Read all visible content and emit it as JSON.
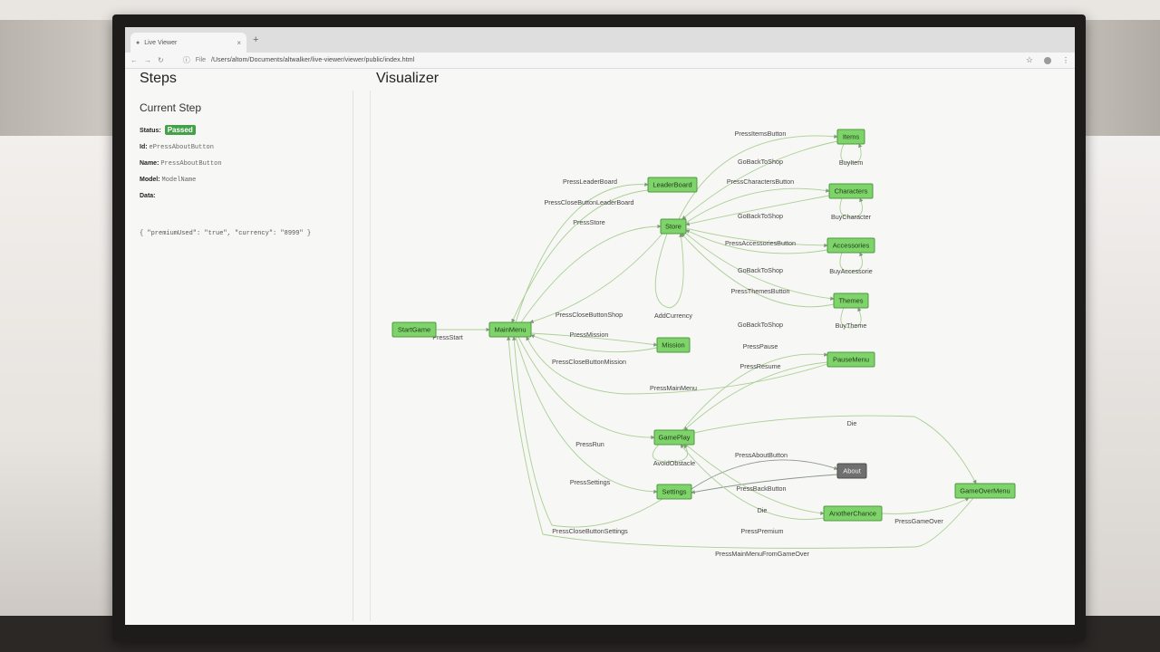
{
  "browser": {
    "tab_title": "Live Viewer",
    "tab_close": "×",
    "new_tab": "+",
    "scheme": "File",
    "url": "/Users/altom/Documents/altwalker/live-viewer/viewer/public/index.html"
  },
  "steps": {
    "title": "Steps",
    "current_step_title": "Current Step",
    "status_label": "Status:",
    "status_value": "Passed",
    "id_label": "Id:",
    "id_value": "ePressAboutButton",
    "name_label": "Name:",
    "name_value": "PressAboutButton",
    "model_label": "Model:",
    "model_value": "ModelName",
    "data_label": "Data:",
    "data_value": "{ \"premiumUsed\": \"true\", \"currency\": \"8999\" }"
  },
  "visualizer": {
    "title": "Visualizer",
    "current_node": "About",
    "colors": {
      "node_fill": "#7ed36b",
      "node_current": "#6f6f6f",
      "edge": "#a9cf94",
      "status_badge": "#45a049"
    },
    "nodes": [
      {
        "id": "StartGame",
        "label": "StartGame"
      },
      {
        "id": "MainMenu",
        "label": "MainMenu"
      },
      {
        "id": "LeaderBoard",
        "label": "LeaderBoard"
      },
      {
        "id": "Store",
        "label": "Store"
      },
      {
        "id": "Items",
        "label": "Items"
      },
      {
        "id": "Characters",
        "label": "Characters"
      },
      {
        "id": "Accessories",
        "label": "Accessories"
      },
      {
        "id": "Themes",
        "label": "Themes"
      },
      {
        "id": "Mission",
        "label": "Mission"
      },
      {
        "id": "PauseMenu",
        "label": "PauseMenu"
      },
      {
        "id": "GamePlay",
        "label": "GamePlay"
      },
      {
        "id": "About",
        "label": "About"
      },
      {
        "id": "Settings",
        "label": "Settings"
      },
      {
        "id": "AnotherChance",
        "label": "AnotherChance"
      },
      {
        "id": "GameOverMenu",
        "label": "GameOverMenu"
      }
    ],
    "edges": [
      {
        "id": "e1",
        "label": "PressStart",
        "from": "StartGame",
        "to": "MainMenu"
      },
      {
        "id": "e2",
        "label": "PressLeaderBoard",
        "from": "MainMenu",
        "to": "LeaderBoard"
      },
      {
        "id": "e3",
        "label": "PressCloseButtonLeaderBoard",
        "from": "LeaderBoard",
        "to": "MainMenu"
      },
      {
        "id": "e4",
        "label": "PressStore",
        "from": "MainMenu",
        "to": "Store"
      },
      {
        "id": "e5",
        "label": "PressCloseButtonShop",
        "from": "Store",
        "to": "MainMenu"
      },
      {
        "id": "e6",
        "label": "AddCurrency",
        "from": "Store",
        "to": "Store"
      },
      {
        "id": "e7",
        "label": "PressItemsButton",
        "from": "Store",
        "to": "Items"
      },
      {
        "id": "e8",
        "label": "GoBackToShop",
        "from": "Items",
        "to": "Store"
      },
      {
        "id": "e9",
        "label": "BuyItem",
        "from": "Items",
        "to": "Items"
      },
      {
        "id": "e10",
        "label": "PressCharactersButton",
        "from": "Store",
        "to": "Characters"
      },
      {
        "id": "e11",
        "label": "GoBackToShop",
        "from": "Characters",
        "to": "Store"
      },
      {
        "id": "e12",
        "label": "BuyCharacter",
        "from": "Characters",
        "to": "Characters"
      },
      {
        "id": "e13",
        "label": "PressAccessoriesButton",
        "from": "Store",
        "to": "Accessories"
      },
      {
        "id": "e14",
        "label": "GoBackToShop",
        "from": "Accessories",
        "to": "Store"
      },
      {
        "id": "e15",
        "label": "BuyAccessorie",
        "from": "Accessories",
        "to": "Accessories"
      },
      {
        "id": "e16",
        "label": "PressThemesButton",
        "from": "Store",
        "to": "Themes"
      },
      {
        "id": "e17",
        "label": "GoBackToShop",
        "from": "Themes",
        "to": "Store"
      },
      {
        "id": "e18",
        "label": "BuyTheme",
        "from": "Themes",
        "to": "Themes"
      },
      {
        "id": "e19",
        "label": "PressMission",
        "from": "MainMenu",
        "to": "Mission"
      },
      {
        "id": "e20",
        "label": "PressCloseButtonMission",
        "from": "Mission",
        "to": "MainMenu"
      },
      {
        "id": "e21",
        "label": "PressPause",
        "from": "GamePlay",
        "to": "PauseMenu"
      },
      {
        "id": "e22",
        "label": "PressResume",
        "from": "PauseMenu",
        "to": "GamePlay"
      },
      {
        "id": "e23",
        "label": "PressMainMenu",
        "from": "PauseMenu",
        "to": "MainMenu"
      },
      {
        "id": "e24",
        "label": "PressRun",
        "from": "MainMenu",
        "to": "GamePlay"
      },
      {
        "id": "e25",
        "label": "AvoidObstacle",
        "from": "GamePlay",
        "to": "GamePlay"
      },
      {
        "id": "e26",
        "label": "Die",
        "from": "GamePlay",
        "to": "GameOverMenu"
      },
      {
        "id": "e27",
        "label": "PressSettings",
        "from": "MainMenu",
        "to": "Settings"
      },
      {
        "id": "e28",
        "label": "PressAboutButton",
        "from": "Settings",
        "to": "About"
      },
      {
        "id": "e29",
        "label": "PressBackButton",
        "from": "About",
        "to": "Settings"
      },
      {
        "id": "e30",
        "label": "PressCloseButtonSettings",
        "from": "Settings",
        "to": "MainMenu"
      },
      {
        "id": "e31",
        "label": "Die",
        "from": "GamePlay",
        "to": "AnotherChance"
      },
      {
        "id": "e32",
        "label": "PressPremium",
        "from": "AnotherChance",
        "to": "GamePlay"
      },
      {
        "id": "e33",
        "label": "PressGameOver",
        "from": "AnotherChance",
        "to": "GameOverMenu"
      },
      {
        "id": "e34",
        "label": "PressMainMenuFromGameOver",
        "from": "GameOverMenu",
        "to": "MainMenu"
      }
    ]
  }
}
